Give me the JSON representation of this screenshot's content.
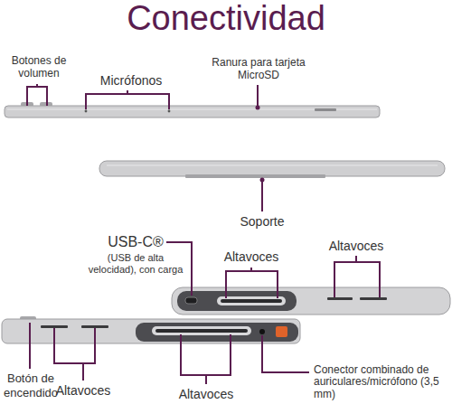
{
  "diagram": {
    "title": "Conectividad",
    "labels": [
      "Botones de volumen",
      "Micrófonos",
      "Ranura para tarjeta MicroSD",
      "Soporte",
      "USB-C®",
      "(USB de alta velocidad), con carga",
      "Altavoces",
      "Altavoces",
      "Conector combinado de auriculares/micrófono (3,5 mm)",
      "Botón de encendido",
      "Altavoces",
      "Altavoces"
    ]
  }
}
